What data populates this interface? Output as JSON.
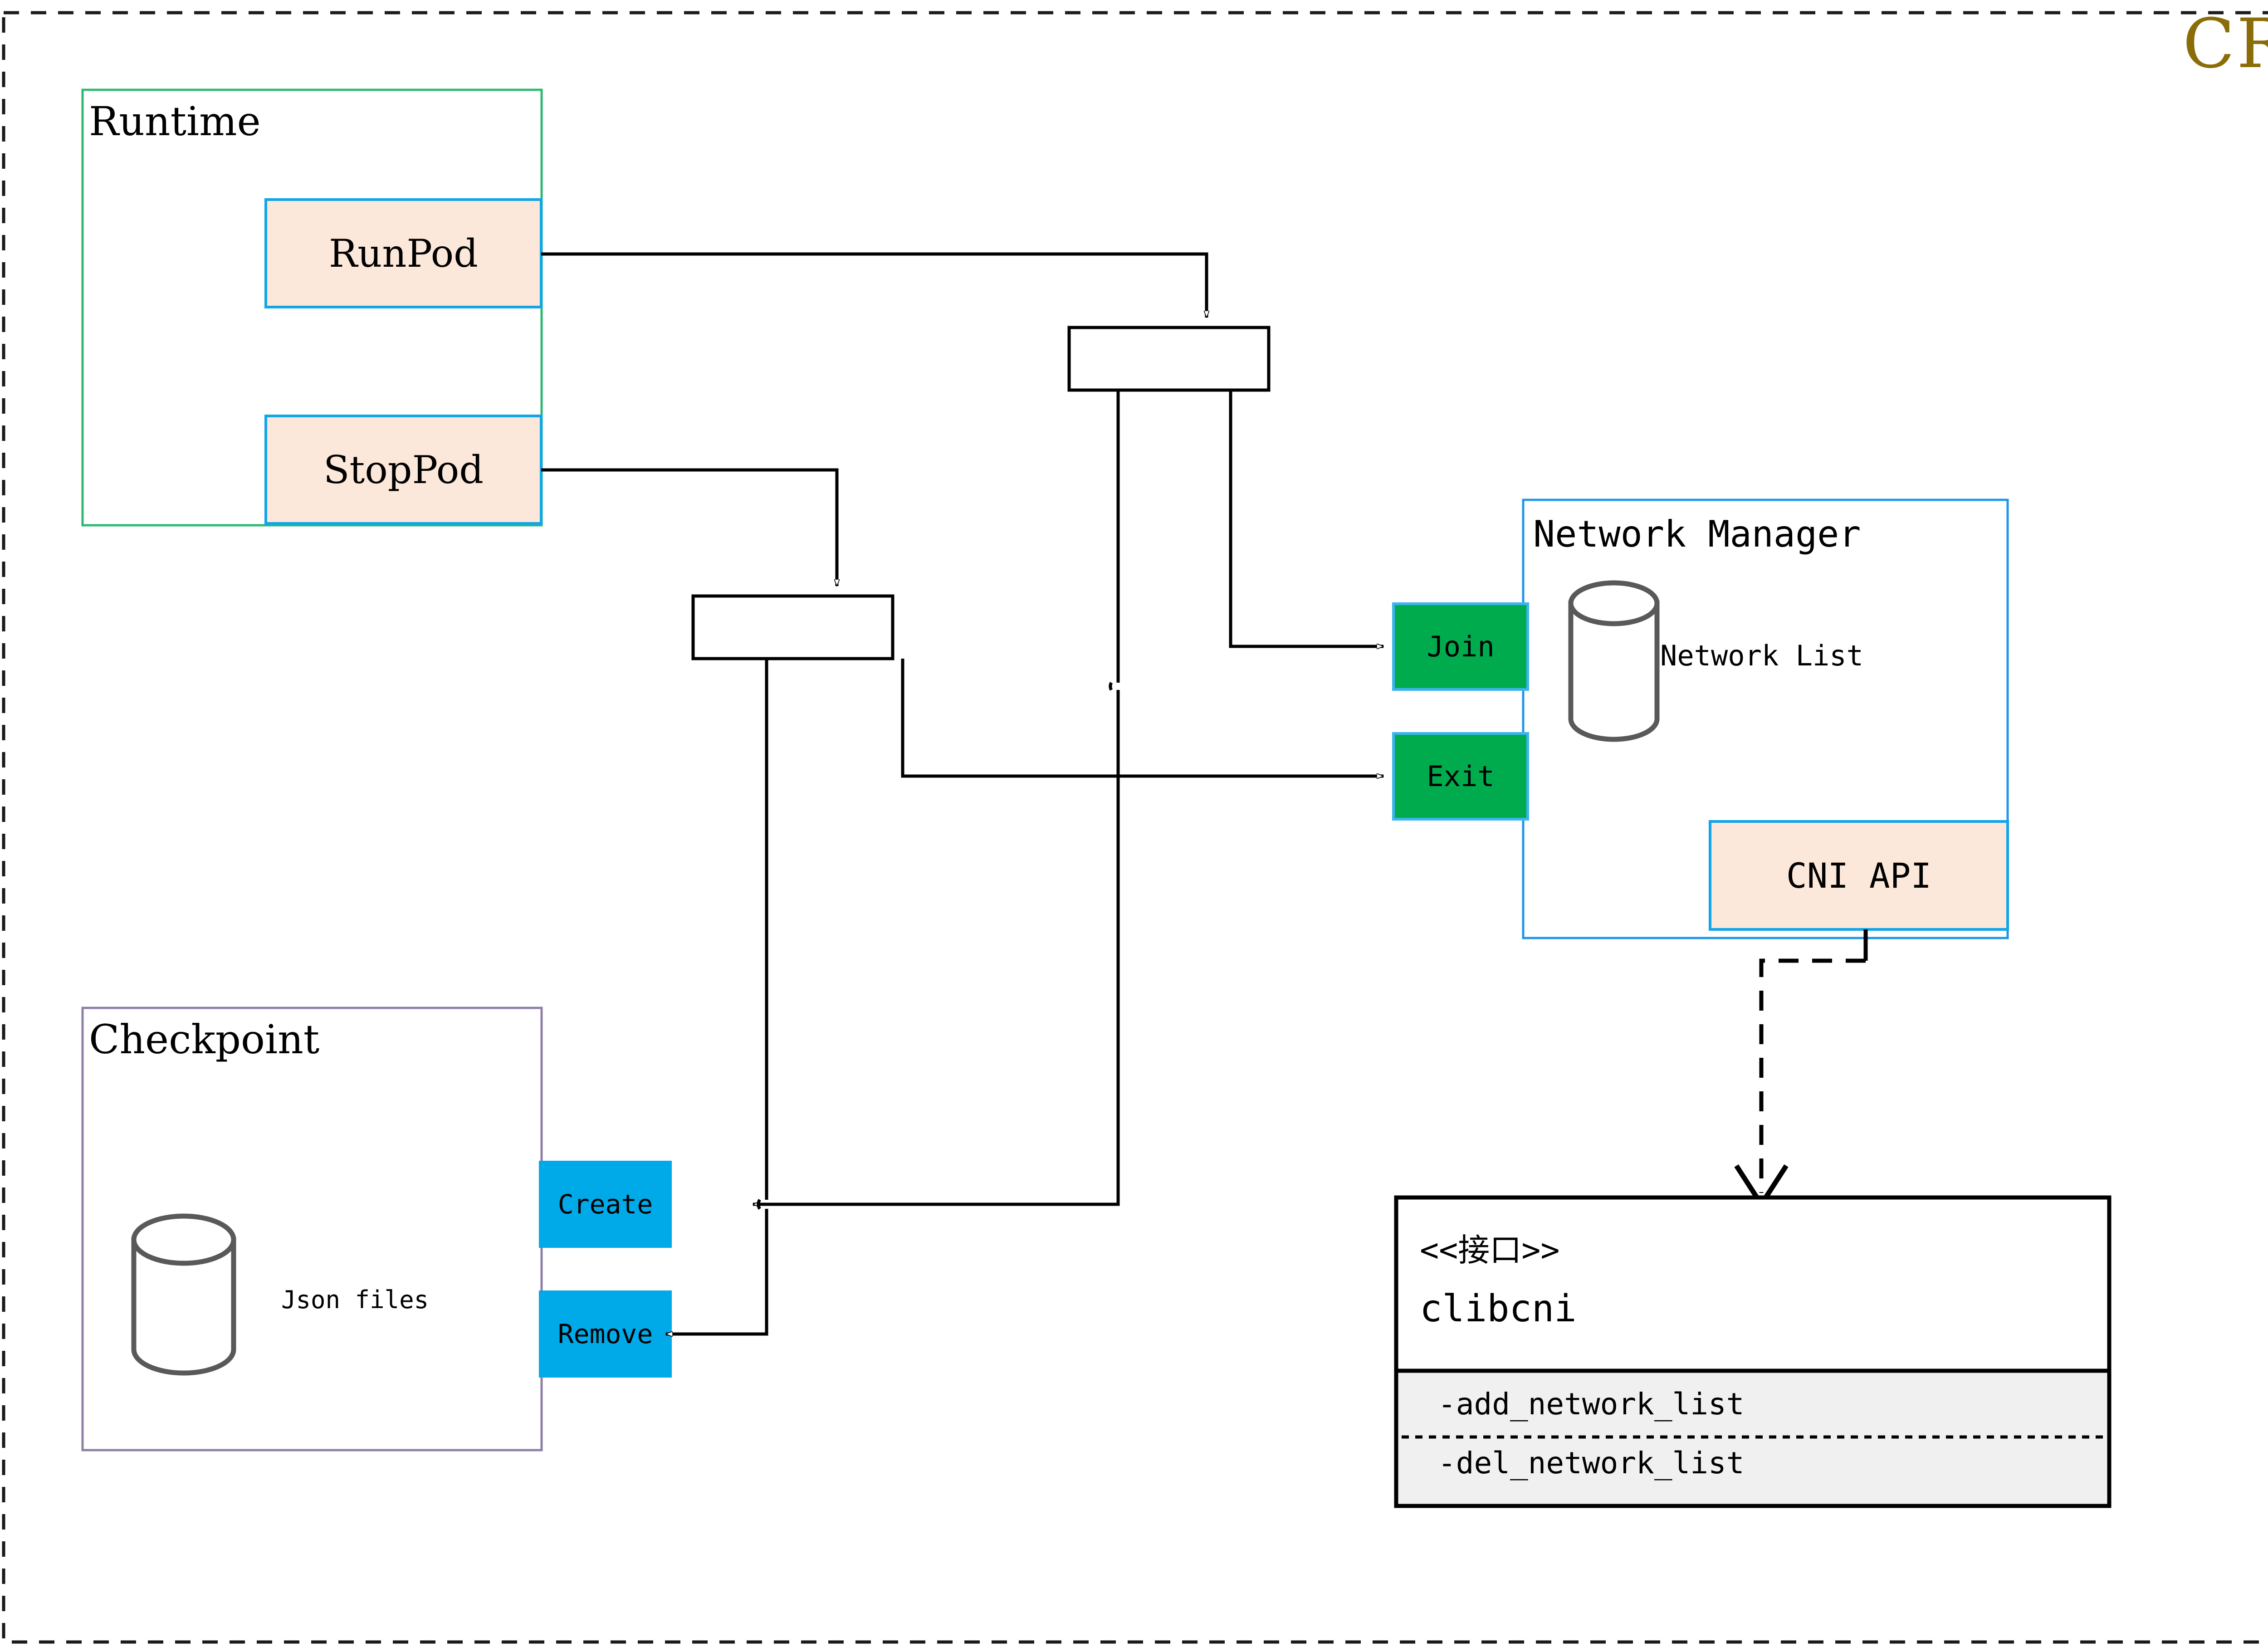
{
  "title": "CRI",
  "title_color": "#8a6d08",
  "outer_frame": {
    "style": "dashed",
    "color": "#1a1a1a"
  },
  "groups": {
    "runtime": {
      "label": "Runtime",
      "border_color": "#2eb872"
    },
    "checkpoint": {
      "label": "Checkpoint",
      "border_color": "#8d7fa6"
    },
    "network_manager": {
      "label": "Network Manager",
      "border_color": "#2196e8"
    }
  },
  "runtime_methods": [
    {
      "label": "RunPod",
      "fill": "#fce8da",
      "border": "#12a5e8"
    },
    {
      "label": "StopPod",
      "fill": "#fce8da",
      "border": "#12a5e8"
    }
  ],
  "network_methods": [
    {
      "label": "Join",
      "fill": "#00ab4e",
      "border": "#3cb4ed"
    },
    {
      "label": "Exit",
      "fill": "#00ab4e",
      "border": "#3cb4ed"
    }
  ],
  "checkpoint_methods": [
    {
      "label": "Create",
      "fill": "#00a9e8"
    },
    {
      "label": "Remove",
      "fill": "#00a9e8"
    }
  ],
  "cni_api": {
    "label": "CNI API",
    "fill": "#fce8da",
    "border": "#12a5e8"
  },
  "datastores": [
    {
      "label": "Network List",
      "stroke": "#595959"
    },
    {
      "label": "Json files",
      "stroke": "#595959"
    }
  ],
  "interface_box": {
    "stereotype": "<<接口>>",
    "name": "clibcni",
    "methods": [
      "-add_network_list",
      "-del_network_list"
    ],
    "methods_fill": "#f0f0f0",
    "border": "#000000"
  },
  "junctions": [
    {
      "name": "runpod-junction"
    },
    {
      "name": "stoppod-junction"
    }
  ],
  "connectors": [
    {
      "from": "RunPod",
      "to": "runpod-junction",
      "style": "solid",
      "arrow": "hollow-triangle"
    },
    {
      "from": "StopPod",
      "to": "stoppod-junction",
      "style": "solid",
      "arrow": "hollow-triangle"
    },
    {
      "from": "runpod-junction",
      "to": "Join",
      "style": "solid",
      "arrow": "hollow-triangle"
    },
    {
      "from": "runpod-junction",
      "to": "Create",
      "style": "solid",
      "arrow": "hollow-triangle"
    },
    {
      "from": "stoppod-junction",
      "to": "Exit",
      "style": "solid",
      "arrow": "hollow-triangle"
    },
    {
      "from": "stoppod-junction",
      "to": "Remove",
      "style": "solid",
      "arrow": "hollow-triangle"
    },
    {
      "from": "CNI API",
      "to": "clibcni",
      "style": "dashed",
      "arrow": "open-v"
    }
  ]
}
